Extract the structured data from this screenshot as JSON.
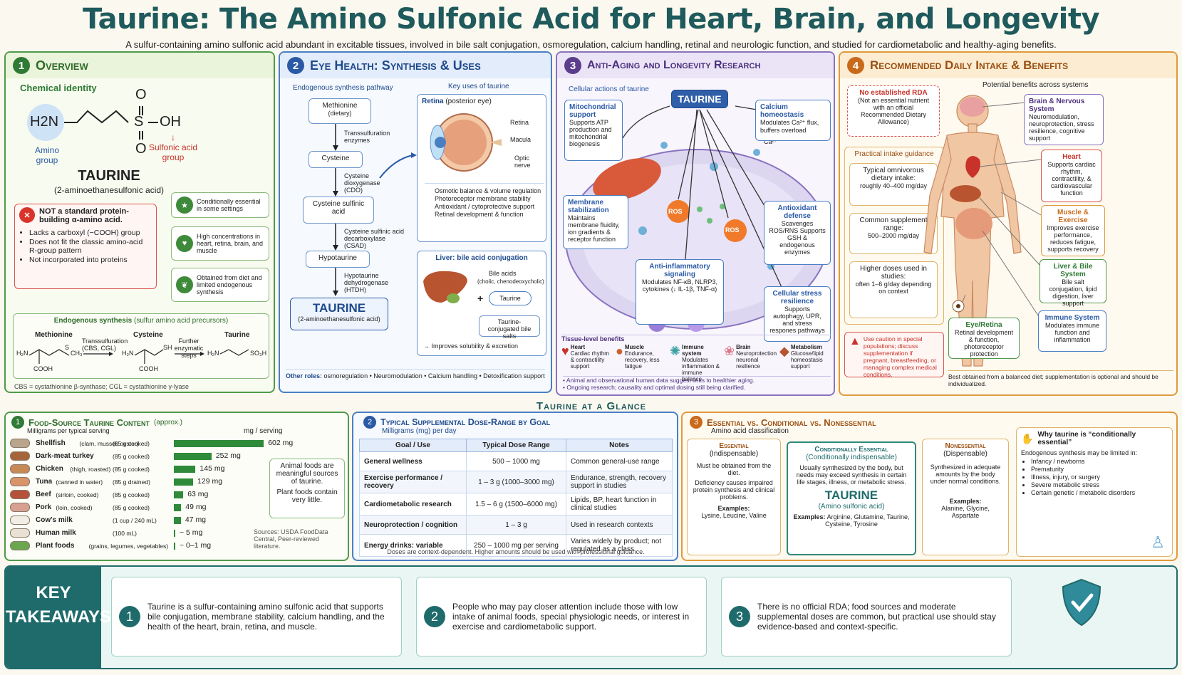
{
  "header": {
    "title": "Taurine: The Amino Sulfonic Acid for Heart, Brain, and Longevity",
    "subtitle": "A sulfur-containing amino sulfonic acid abundant in excitable tissues, involved in bile salt conjugation, osmoregulation, calcium handling, retinal and neurologic function, and studied for cardiometabolic and healthy-aging benefits."
  },
  "colors": {
    "green": "#2f7a35",
    "blue": "#2a5aa6",
    "purple": "#5a3d8c",
    "orange": "#c96a1a",
    "teal": "#1f6b6b",
    "red": "#c8322a"
  },
  "overview": {
    "num": "1",
    "title": "Overview",
    "chem_identity": "Chemical identity",
    "h2n": "H2N",
    "oh": "OH",
    "s": "S",
    "o": "O",
    "amino_group": "Amino group",
    "sulfonic_group": "Sulfonic acid group",
    "name": "TAURINE",
    "iupac": "(2-aminoethanesulfonic acid)",
    "not_title": "NOT a standard protein-building α-amino acid.",
    "not_items": [
      "Lacks a carboxyl (−COOH) group",
      "Does not fit the classic amino-acid R-group pattern",
      "Not incorporated into proteins"
    ],
    "facts": [
      "Conditionally essential in some settings",
      "High concentrations in heart, retina, brain, and muscle",
      "Obtained from diet and limited endogenous synthesis"
    ],
    "synth_title": "Endogenous synthesis",
    "synth_sub": "(sulfur amino acid precursors)",
    "synth_labels": [
      "Methionine",
      "Cysteine",
      "Taurine"
    ],
    "synth_arrow1": "Transsulfuration (CBS, CGL)",
    "synth_arrow2": "Further enzymatic steps",
    "footnote": "CBS = cystathionine β-synthase; CGL = cystathionine γ-lyase"
  },
  "eye": {
    "num": "2",
    "title": "Eye Health: Synthesis & Uses",
    "pathway_title": "Endogenous synthesis pathway",
    "uses_title": "Key uses of taurine",
    "steps": [
      {
        "name": "Methionine",
        "sub": "(dietary)"
      },
      {
        "name": "Cysteine",
        "sub": ""
      },
      {
        "name": "Cysteine sulfinic acid",
        "sub": ""
      },
      {
        "name": "Hypotaurine",
        "sub": ""
      }
    ],
    "enzymes": [
      "Transsulfuration enzymes",
      "Cysteine dioxygenase (CDO)",
      "Cysteine sulfinic acid decarboxylase (CSAD)",
      "Hypotaurine dehydrogenase (HTDH)"
    ],
    "final": "TAURINE",
    "final_sub": "(2-aminoethanesulfonic acid)",
    "retina_title": "Retina",
    "retina_sub": "(posterior eye)",
    "retina_labels": [
      "Retina",
      "Macula",
      "Optic nerve"
    ],
    "retina_items": [
      "Osmotic balance & volume regulation",
      "Photoreceptor membrane stability",
      "Antioxidant / cytoprotective support",
      "Retinal development & function"
    ],
    "liver_title": "Liver: bile acid conjugation",
    "bile_acids": "Bile acids",
    "bile_sub": "(cholic, chenodeoxycholic)",
    "plus": "+",
    "taurine": "Taurine",
    "conj": "Taurine-conjugated bile salts",
    "improves": "→ Improves solubility & excretion",
    "other_roles_label": "Other roles:",
    "other_roles": "osmoregulation • Neuromodulation • Calcium handling • Detoxification support"
  },
  "aging": {
    "num": "3",
    "title": "Anti-Aging and Longevity Research",
    "cell_title": "Cellular actions of taurine",
    "center": "TAURINE",
    "mito_title": "Mitochondrial support",
    "mito_text": "Supports ATP production and mitochondrial biogenesis",
    "ca_title": "Calcium homeostasis",
    "ca_text": "Modulates Ca²⁺ flux, buffers overload",
    "ca_label": "Ca²⁺",
    "mem_title": "Membrane stabilization",
    "mem_text": "Maintains membrane fluidity, ion gradients & receptor function",
    "anti_title": "Antioxidant defense",
    "anti_text": "Scavenges ROS/RNS Supports GSH & endogenous enzymes",
    "inf_title": "Anti-inflammatory signaling",
    "inf_text": "Modulates NF-κB, NLRP3, cytokines (↓ IL-1β, TNF-α)",
    "stress_title": "Cellular stress resilience",
    "stress_text": "Supports autophagy, UPR, and stress respones pathways",
    "ros": "ROS",
    "tissue_title": "Tissue-level benefits",
    "tissues": [
      {
        "name": "Heart",
        "text": "Cardiac rhythm & contractility support"
      },
      {
        "name": "Muscle",
        "text": "Endurance, recovery, less fatigue"
      },
      {
        "name": "Immune system",
        "text": "Modulates inflammation & immune balance"
      },
      {
        "name": "Brain",
        "text": "Neuroprotection neuronal resilience"
      },
      {
        "name": "Metabolism",
        "text": "Glucose/lipid homeostasis support"
      }
    ],
    "notes": [
      "Animal and observational human data suggest links to healthier aging.",
      "Ongoing research; causality and optimal dosing still being clarified."
    ]
  },
  "intake": {
    "num": "4",
    "title": "Recommended Daily Intake & Benefits",
    "no_rda": "No established RDA",
    "no_rda_text": "(Not an essential nutrient with an official Recommended Dietary Allowance)",
    "guidance": "Practical intake guidance",
    "g1_title": "Typical omnivorous dietary intake:",
    "g1_val": "roughly 40–400 mg/day",
    "g2_title": "Common supplement range:",
    "g2_val": "500–2000 mg/day",
    "g3_title": "Higher doses used in studies:",
    "g3_val": "often 1–6 g/day depending on context",
    "caution": "Use caution in special populations; discuss supplementation if pregnant, breastfeeding, or managing complex medical conditions.",
    "benefits_title": "Potential benefits across systems",
    "brain_title": "Brain & Nervous System",
    "brain_text": "Neuromodulation, neuroprotection, stress resilience, cognitive support",
    "heart_title": "Heart",
    "heart_text": "Supports cardiac rhythm, contractility, & cardiovascular function",
    "muscle_title": "Muscle & Exercise",
    "muscle_text": "Improves exercise performance, reduces fatigue, supports recovery",
    "liver_title": "Liver & Bile System",
    "liver_text": "Bile salt conjugation, lipid digestion, liver support",
    "immune_title": "Immune System",
    "immune_text": "Modulates immune function and inflammation",
    "eye_title": "Eye/Retina",
    "eye_text": "Retinal development & function, photoreceptor protection",
    "best": "Best obtained from a balanced diet; supplementation is optional and should be individualized."
  },
  "glance": {
    "title": "Taurine at a Glance"
  },
  "food": {
    "num": "1",
    "title": "Food-Source Taurine Content",
    "approx": "(approx.)",
    "sub": "Milligrams per typical serving",
    "unit": "mg / serving",
    "note1": "Animal foods are meaningful sources of taurine.",
    "note2": "Plant foods contain very little.",
    "sources": "Sources: USDA FoodData Central, Peer-reviewed literature."
  },
  "chart_data": {
    "type": "bar",
    "categories": [
      "Shellfish",
      "Dark-meat turkey",
      "Chicken",
      "Tuna",
      "Beef",
      "Pork",
      "Cow's milk",
      "Human milk",
      "Plant foods"
    ],
    "details": [
      "(clam, mussel, oyster)",
      "",
      "(thigh, roasted)",
      "(canned in water)",
      "(sirloin, cooked)",
      "(loin, cooked)",
      "",
      "",
      ""
    ],
    "servings": [
      "(85 g cooked)",
      "(85 g cooked)",
      "(85 g cooked)",
      "(85 g drained)",
      "(85 g cooked)",
      "(85 g cooked)",
      "(1 cup / 240 mL)",
      "(100 mL)",
      "(grains, legumes, vegetables)"
    ],
    "values": [
      602,
      252,
      145,
      129,
      63,
      49,
      47,
      5,
      1
    ],
    "labels": [
      "602 mg",
      "252 mg",
      "145 mg",
      "129 mg",
      "63 mg",
      "49 mg",
      "47 mg",
      "~ 5 mg",
      "~ 0–1 mg"
    ],
    "xlim": [
      0,
      620
    ],
    "color": "#2f8a3a",
    "title": "Food-Source Taurine Content",
    "xlabel": "mg / serving"
  },
  "dose": {
    "num": "2",
    "title": "Typical Supplemental Dose-Range by Goal",
    "sub": "Milligrams (mg) per day",
    "headers": [
      "Goal / Use",
      "Typical Dose Range",
      "Notes"
    ],
    "rows": [
      [
        "General wellness",
        "500 – 1000 mg",
        "Common general-use range"
      ],
      [
        "Exercise performance / recovery",
        "1 – 3 g (1000–3000 mg)",
        "Endurance, strength, recovery support in studies"
      ],
      [
        "Cardiometabolic research",
        "1.5 – 6 g (1500–6000 mg)",
        "Lipids, BP, heart function in clinical studies"
      ],
      [
        "Neuroprotection / cognition",
        "1 – 3 g",
        "Used in research contexts"
      ],
      [
        "Energy drinks: variable",
        "250 – 1000 mg per serving",
        "Varies widely by product; not regulated as a class"
      ]
    ],
    "footer": "Doses are context-dependent. Higher amounts should be used with professional guidance."
  },
  "classif": {
    "num": "3",
    "title": "Essential vs. Conditional vs. Nonessential",
    "sub": "Amino acid classification",
    "ess_title": "Essential",
    "ess_sub": "(Indispensable)",
    "ess_text1": "Must be obtained from the diet.",
    "ess_text2": "Deficiency causes impaired protein synthesis and clinical problems.",
    "ess_ex_label": "Examples:",
    "ess_ex": "Lysine, Leucine, Valine",
    "cond_title": "Conditionally Essential",
    "cond_sub": "(Conditionally indispensable)",
    "cond_text": "Usually synthesized by the body, but needs may exceed synthesis in certain life stages, illness, or metabolic stress.",
    "cond_name": "TAURINE",
    "cond_name_sub": "(Amino sulfonic acid)",
    "cond_ex_label": "Examples:",
    "cond_ex": "Arginine, Glutamine, Taurine, Cysteine, Tyrosine",
    "non_title": "Nonessential",
    "non_sub": "(Dispensable)",
    "non_text": "Synthesized in adequate amounts by the body under normal conditions.",
    "non_ex_label": "Examples:",
    "non_ex": "Alanine, Glycine, Aspartate",
    "why_title": "Why taurine is “conditionally essential”",
    "why_text": "Endogenous synthesis may be limited in:",
    "why_items": [
      "Infancy / newborns",
      "Prematurity",
      "Illness, injury, or surgery",
      "Severe metabolic stress",
      "Certain genetic / metabolic disorders"
    ]
  },
  "takeaways": {
    "title1": "KEY",
    "title2": "TAKEAWAYS",
    "items": [
      {
        "num": "1",
        "text": "Taurine is a sulfur-containing amino sulfonic acid that supports bile conjugation, membrane stability, calcium handling, and the health of the heart, brain, retina, and muscle."
      },
      {
        "num": "2",
        "text": "People who may pay closer attention include those with low intake of animal foods, special physiologic needs, or interest in exercise and cardiometabolic support."
      },
      {
        "num": "3",
        "text": "There is no official RDA; food sources and moderate supplemental doses are common, but practical use should stay evidence-based and context-specific."
      }
    ]
  }
}
